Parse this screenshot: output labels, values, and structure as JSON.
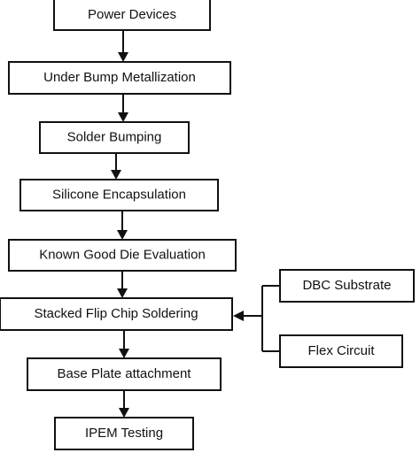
{
  "flowchart": {
    "steps": [
      {
        "id": "power-devices",
        "label": "Power Devices"
      },
      {
        "id": "under-bump-metallization",
        "label": "Under Bump Metallization"
      },
      {
        "id": "solder-bumping",
        "label": "Solder Bumping"
      },
      {
        "id": "silicone-encapsulation",
        "label": "Silicone Encapsulation"
      },
      {
        "id": "known-good-die-evaluation",
        "label": "Known Good Die Evaluation"
      },
      {
        "id": "stacked-flip-chip-soldering",
        "label": "Stacked Flip Chip Soldering"
      },
      {
        "id": "base-plate-attachment",
        "label": "Base Plate attachment"
      },
      {
        "id": "ipem-testing",
        "label": "IPEM Testing"
      }
    ],
    "side_inputs": [
      {
        "id": "dbc-substrate",
        "label": "DBC Substrate"
      },
      {
        "id": "flex-circuit",
        "label": "Flex Circuit"
      }
    ],
    "side_inputs_target": "stacked-flip-chip-soldering",
    "colors": {
      "line": "#111111",
      "box_fill": "#ffffff",
      "text": "#111111"
    }
  }
}
